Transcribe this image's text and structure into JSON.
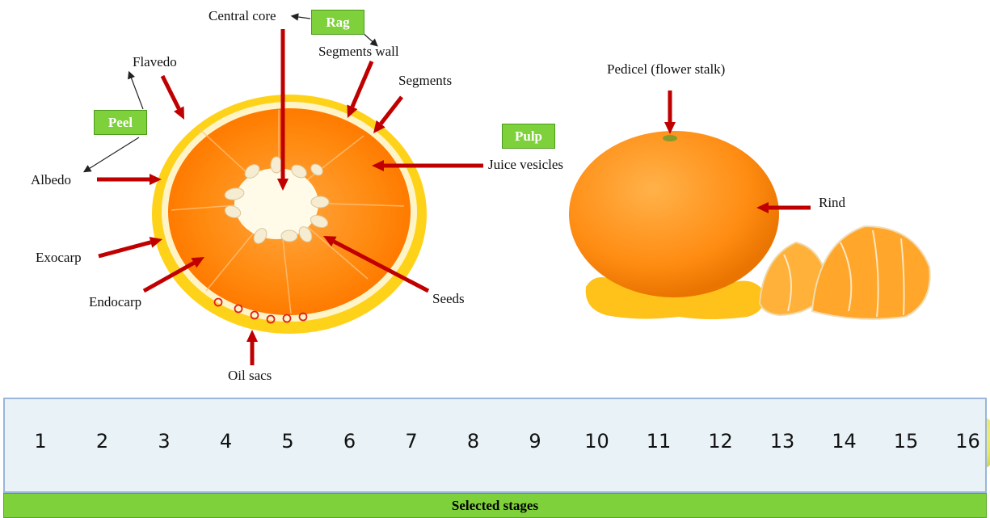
{
  "labels": {
    "central_core": "Central core",
    "rag": "Rag",
    "segments_wall": "Segments wall",
    "segments": "Segments",
    "flavedo": "Flavedo",
    "peel": "Peel",
    "pulp": "Pulp",
    "juice_vesicles": "Juice vesicles",
    "albedo": "Albedo",
    "exocarp": "Exocarp",
    "endocarp": "Endocarp",
    "seeds": "Seeds",
    "oil_sacs": "Oil sacs",
    "pedicel": "Pedicel (flower stalk)",
    "rind": "Rind"
  },
  "stages": {
    "numbers": [
      "1",
      "2",
      "3",
      "4",
      "5",
      "6",
      "7",
      "8",
      "9",
      "10",
      "11",
      "12",
      "13",
      "14",
      "15",
      "16"
    ],
    "caption": "Selected stages"
  },
  "colors": {
    "arrow_red": "#c00000",
    "label_green": "#7ed13a",
    "orange": "#ff8a10",
    "peel_yellow": "#ffd21a",
    "stage_fruit": "#e8ec7a"
  }
}
